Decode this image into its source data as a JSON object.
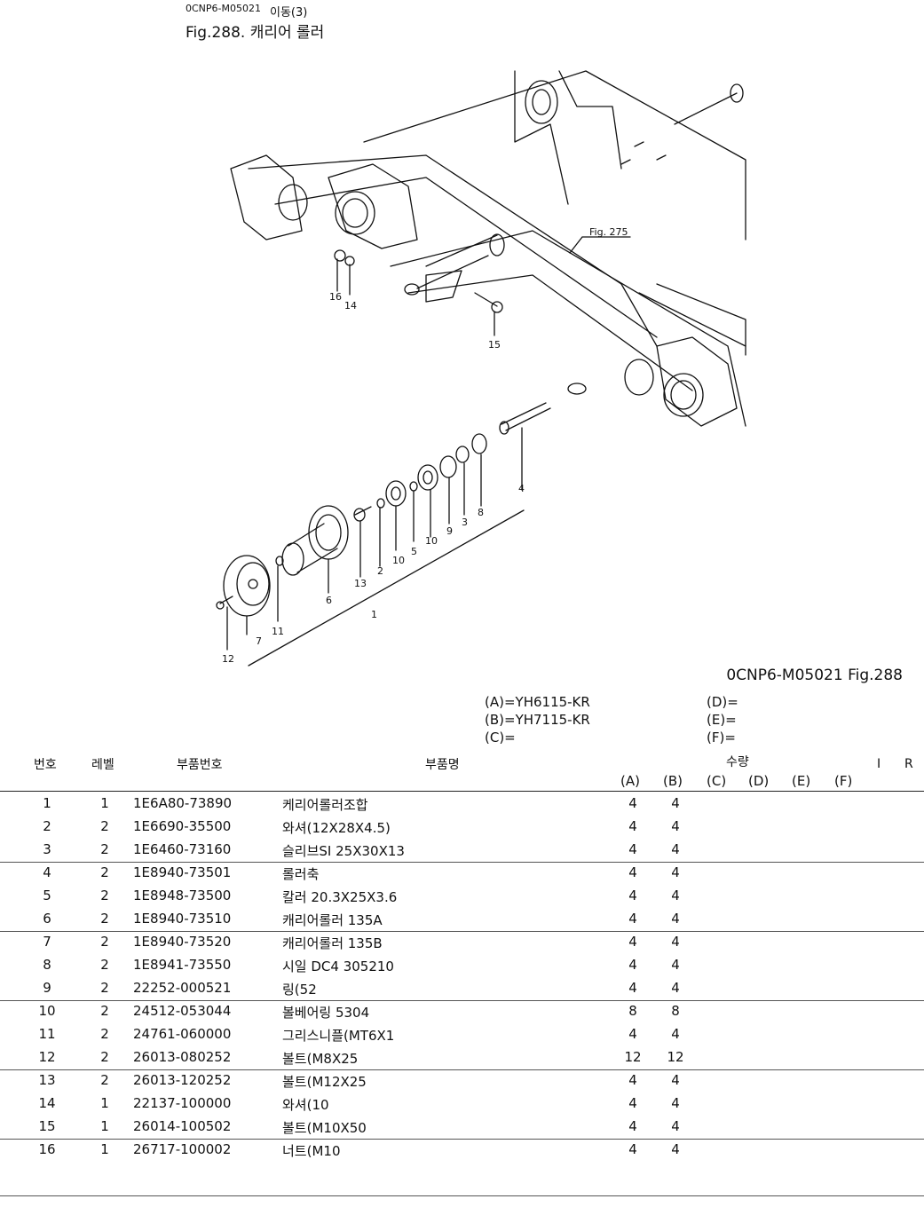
{
  "header": {
    "doc_code": "0CNP6-M05021",
    "section": "이동(3)",
    "fig_title": "Fig.288.  캐리어 롤러"
  },
  "diagram": {
    "ref_label": "Fig. 275",
    "callouts": [
      "16",
      "14",
      "15",
      "4",
      "8",
      "3",
      "9",
      "10",
      "5",
      "10",
      "2",
      "13",
      "6",
      "1",
      "11",
      "7",
      "12"
    ]
  },
  "fig_ref": "0CNP6-M05021    Fig.288",
  "models": {
    "A": "(A)=YH6115-KR",
    "B": "(B)=YH7115-KR",
    "C": "(C)=",
    "D": "(D)=",
    "E": "(E)=",
    "F": "(F)="
  },
  "table": {
    "headers": {
      "no": "번호",
      "level": "레벨",
      "part_no": "부품번호",
      "part_name": "부품명",
      "qty": "수량",
      "i": "I",
      "r": "R"
    },
    "qty_cols": [
      "(A)",
      "(B)",
      "(C)",
      "(D)",
      "(E)",
      "(F)"
    ],
    "rows": [
      {
        "no": "1",
        "level": "1",
        "part_no": "1E6A80-73890",
        "name": "케리어롤러조합",
        "a": "4",
        "b": "4"
      },
      {
        "no": "2",
        "level": "2",
        "part_no": "1E6690-35500",
        "name": "와셔(12X28X4.5)",
        "a": "4",
        "b": "4"
      },
      {
        "no": "3",
        "level": "2",
        "part_no": "1E6460-73160",
        "name": "슬리브SI 25X30X13",
        "a": "4",
        "b": "4"
      },
      {
        "no": "4",
        "level": "2",
        "part_no": "1E8940-73501",
        "name": "롤러축",
        "a": "4",
        "b": "4"
      },
      {
        "no": "5",
        "level": "2",
        "part_no": "1E8948-73500",
        "name": "칼러 20.3X25X3.6",
        "a": "4",
        "b": "4"
      },
      {
        "no": "6",
        "level": "2",
        "part_no": "1E8940-73510",
        "name": "캐리어롤러 135A",
        "a": "4",
        "b": "4"
      },
      {
        "no": "7",
        "level": "2",
        "part_no": "1E8940-73520",
        "name": "캐리어롤러 135B",
        "a": "4",
        "b": "4"
      },
      {
        "no": "8",
        "level": "2",
        "part_no": "1E8941-73550",
        "name": "시일 DC4 305210",
        "a": "4",
        "b": "4"
      },
      {
        "no": "9",
        "level": "2",
        "part_no": "22252-000521",
        "name": "링(52",
        "a": "4",
        "b": "4"
      },
      {
        "no": "10",
        "level": "2",
        "part_no": "24512-053044",
        "name": "볼베어링 5304",
        "a": "8",
        "b": "8"
      },
      {
        "no": "11",
        "level": "2",
        "part_no": "24761-060000",
        "name": "그리스니플(MT6X1",
        "a": "4",
        "b": "4"
      },
      {
        "no": "12",
        "level": "2",
        "part_no": "26013-080252",
        "name": "볼트(M8X25",
        "a": "12",
        "b": "12"
      },
      {
        "no": "13",
        "level": "2",
        "part_no": "26013-120252",
        "name": "볼트(M12X25",
        "a": "4",
        "b": "4"
      },
      {
        "no": "14",
        "level": "1",
        "part_no": "22137-100000",
        "name": "와셔(10",
        "a": "4",
        "b": "4"
      },
      {
        "no": "15",
        "level": "1",
        "part_no": "26014-100502",
        "name": "볼트(M10X50",
        "a": "4",
        "b": "4"
      },
      {
        "no": "16",
        "level": "1",
        "part_no": "26717-100002",
        "name": "너트(M10",
        "a": "4",
        "b": "4"
      }
    ]
  }
}
